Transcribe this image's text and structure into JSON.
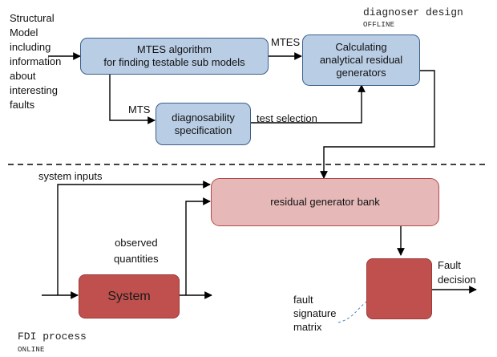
{
  "offline_section": {
    "title": "diagnoser design",
    "mode": "OFFLINE",
    "input_note_lines": [
      "Structural",
      "Model",
      "including",
      "information",
      "about",
      "interesting",
      "faults"
    ],
    "mtes_box_lines": [
      "MTES algorithm",
      "for finding testable sub models"
    ],
    "residual_calc_box_lines": [
      "Calculating",
      "analytical residual",
      "generators"
    ],
    "diag_spec_box_lines": [
      "diagnosability",
      "specification"
    ],
    "edge_labels": {
      "mtes": "MTES",
      "mts": "MTS",
      "test_selection": "test selection"
    }
  },
  "online_section": {
    "title": "FDI process",
    "mode": "ONLINE",
    "system_inputs_label": "system inputs",
    "observed_quantities_lines": [
      "observed",
      "quantities"
    ],
    "residual_bank_label": "residual generator bank",
    "system_label": "System",
    "fault_decision_lines": [
      "Fault",
      "decision"
    ],
    "fault_signature_lines": [
      "fault",
      "signature",
      "matrix"
    ]
  },
  "colors": {
    "blue_fill": "#b9cde5",
    "blue_border": "#3b5f8a",
    "pink_fill": "#e6b9b8",
    "pink_border": "#b34a4a",
    "red_fill": "#c0504d",
    "matrix_blue": "#4f81bd",
    "connector": "#000000",
    "callout": "#4f81bd"
  }
}
